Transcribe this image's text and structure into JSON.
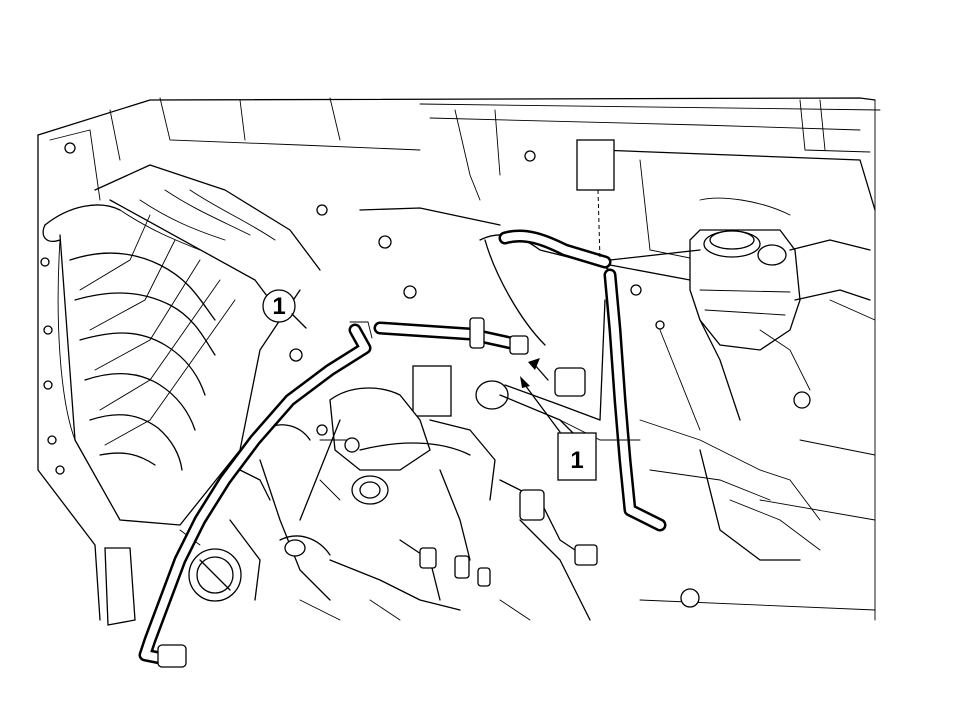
{
  "callouts": [
    {
      "id": "upper",
      "label": "1",
      "style": "circle"
    },
    {
      "id": "lower",
      "label": "1",
      "style": "box"
    }
  ],
  "blank_label_boxes": 2,
  "colors": {
    "line": "#000000",
    "background": "#ffffff"
  }
}
